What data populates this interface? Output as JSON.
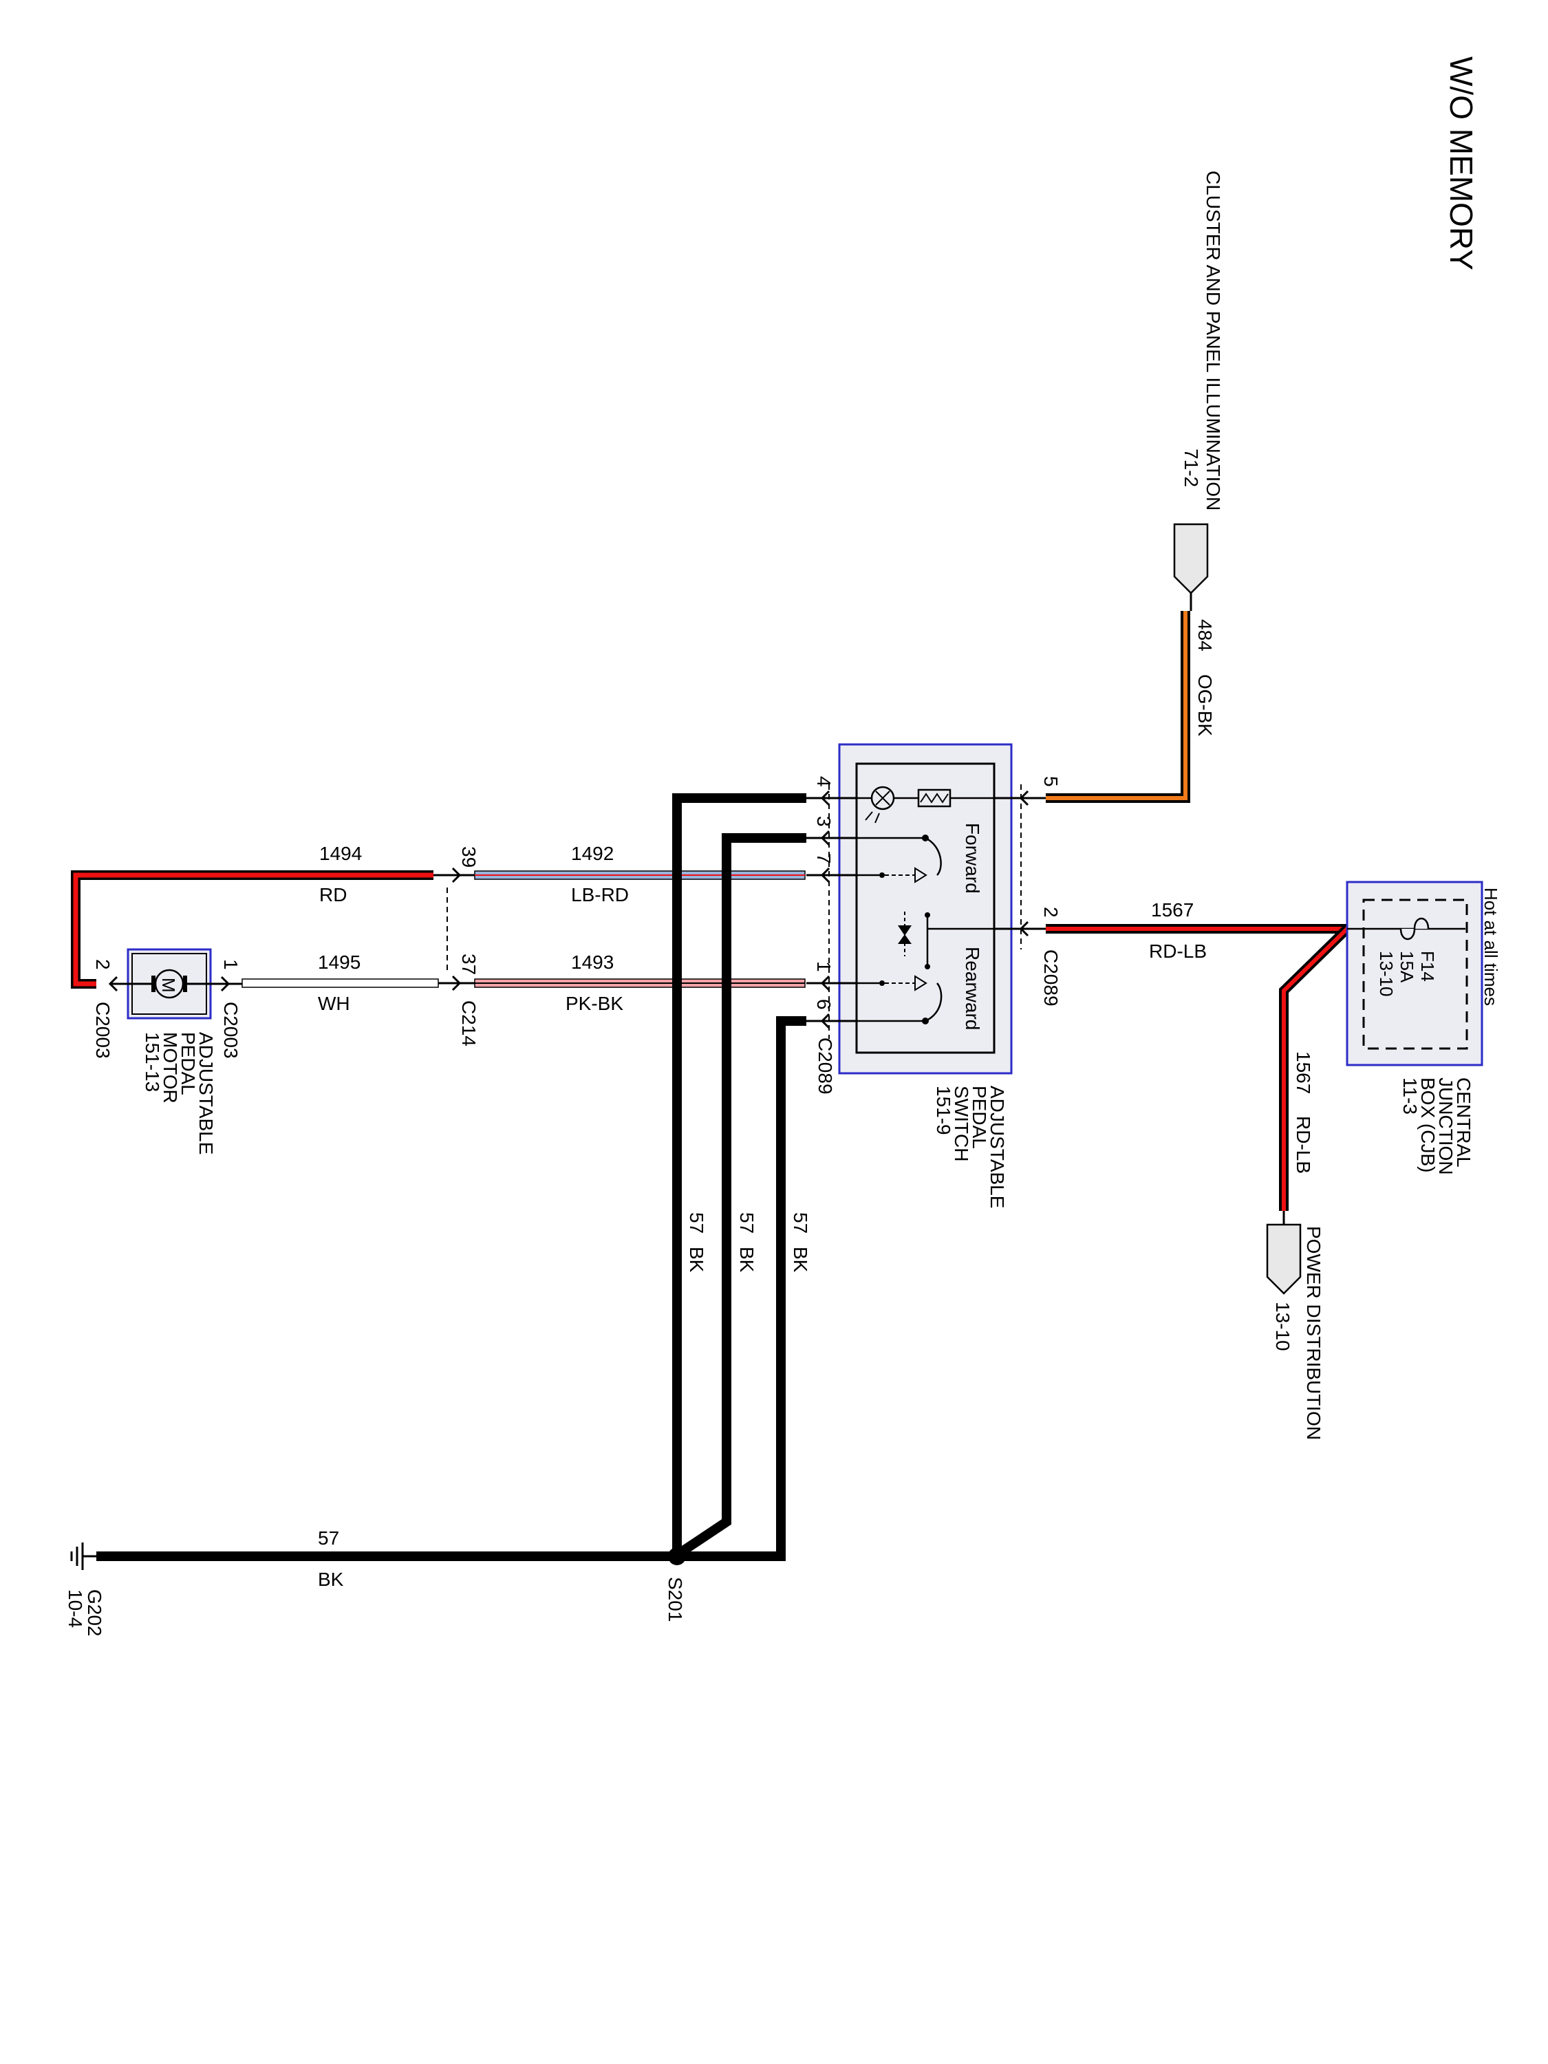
{
  "title": "W/O MEMORY",
  "colors": {
    "red": "#ee1111",
    "orange": "#f07a1a",
    "pink": "#f2a3a8",
    "lightblue": "#9ab4dc",
    "black": "#000000",
    "component_fill": "#ececf3",
    "component_border": "#2c2cc8"
  },
  "sources": {
    "cluster_name": "CLUSTER AND PANEL ILLUMINATION",
    "cluster_ref": "71-2",
    "power_name": "POWER DISTRIBUTION",
    "power_ref": "13-10"
  },
  "cjb": {
    "hot_label": "Hot at all times",
    "fuse_id": "F14",
    "fuse_rating": "15A",
    "fuse_ref": "13-10",
    "line1": "CENTRAL",
    "line2": "JUNCTION",
    "line3": "BOX (CJB)",
    "ref": "11-3",
    "fuse_icon": "fuse-icon"
  },
  "switch": {
    "line1": "ADJUSTABLE",
    "line2": "PEDAL",
    "line3": "SWITCH",
    "ref": "151-9",
    "forward": "Forward",
    "rearward": "Rearward",
    "lamp_icon": "lamp-icon",
    "resistor_icon": "resistor-icon",
    "diode_icon": "diode-icon",
    "connector": "C2089",
    "pins": {
      "p1": "1",
      "p2": "2",
      "p3": "3",
      "p4": "4",
      "p5": "5",
      "p6": "6",
      "p7": "7"
    }
  },
  "motor": {
    "line1": "ADJUSTABLE",
    "line2": "PEDAL",
    "line3": "MOTOR",
    "ref": "151-13",
    "symbol": "M",
    "connector": "C2003",
    "pins": {
      "p1": "1",
      "p2": "2"
    }
  },
  "inline_connector": {
    "name": "C214",
    "pins": {
      "p39": "39",
      "p37": "37"
    }
  },
  "ground": {
    "name": "G202",
    "ref": "10-4",
    "icon": "ground-icon"
  },
  "splice": {
    "name": "S201"
  },
  "wires": {
    "w484": {
      "circuit": "484",
      "color": "OG-BK"
    },
    "w1567_main": {
      "circuit": "1567",
      "color": "RD-LB"
    },
    "w1567_pd": {
      "circuit": "1567",
      "color": "RD-LB"
    },
    "w1492": {
      "circuit": "1492",
      "color": "LB-RD"
    },
    "w1493": {
      "circuit": "1493",
      "color": "PK-BK"
    },
    "w1494": {
      "circuit": "1494",
      "color": "RD"
    },
    "w1495": {
      "circuit": "1495",
      "color": "WH"
    },
    "w57_a": {
      "circuit": "57",
      "color": "BK"
    },
    "w57_b": {
      "circuit": "57",
      "color": "BK"
    },
    "w57_c": {
      "circuit": "57",
      "color": "BK"
    },
    "w57_gnd": {
      "circuit": "57",
      "color": "BK"
    }
  }
}
